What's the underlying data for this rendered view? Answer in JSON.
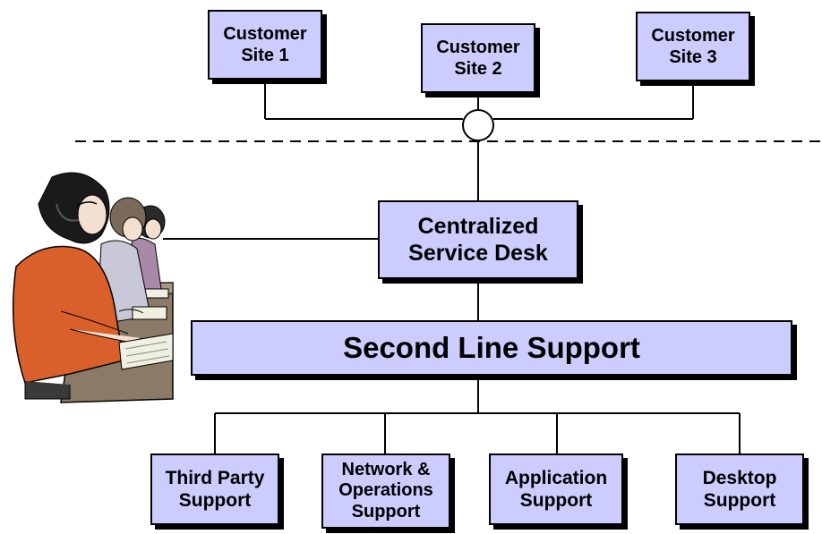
{
  "diagram": {
    "customer_sites": [
      {
        "label": "Customer\nSite 1"
      },
      {
        "label": "Customer\nSite 2"
      },
      {
        "label": "Customer\nSite 3"
      }
    ],
    "service_desk": {
      "label": "Centralized\nService Desk"
    },
    "second_line": {
      "label": "Second Line Support"
    },
    "support_groups": [
      {
        "label": "Third Party\nSupport"
      },
      {
        "label": "Network &\nOperations\nSupport"
      },
      {
        "label": "Application\nSupport"
      },
      {
        "label": "Desktop\nSupport"
      }
    ],
    "illustration": {
      "icon": "call-center-agents-icon"
    },
    "colors": {
      "box_fill": "#ccccff",
      "line": "#000000",
      "shadow": "#000000"
    }
  }
}
